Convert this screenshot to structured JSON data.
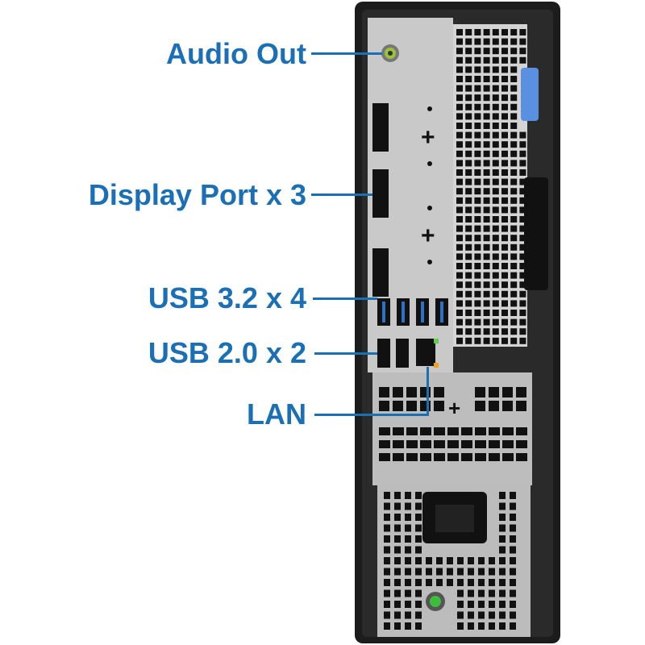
{
  "labels": {
    "audio_out": "Audio Out",
    "display_port": "Display Port x 3",
    "usb32": "USB 3.2 x 4",
    "usb20": "USB 2.0 x 2",
    "lan": "LAN"
  },
  "colors": {
    "label": "#1a6fb5",
    "chassis": "#1c1c1c",
    "panel": "#c9c9c9",
    "usb3_blue": "#2f6fc4",
    "latch_blue": "#5a90e0",
    "audio_green": "#9bc23c"
  }
}
